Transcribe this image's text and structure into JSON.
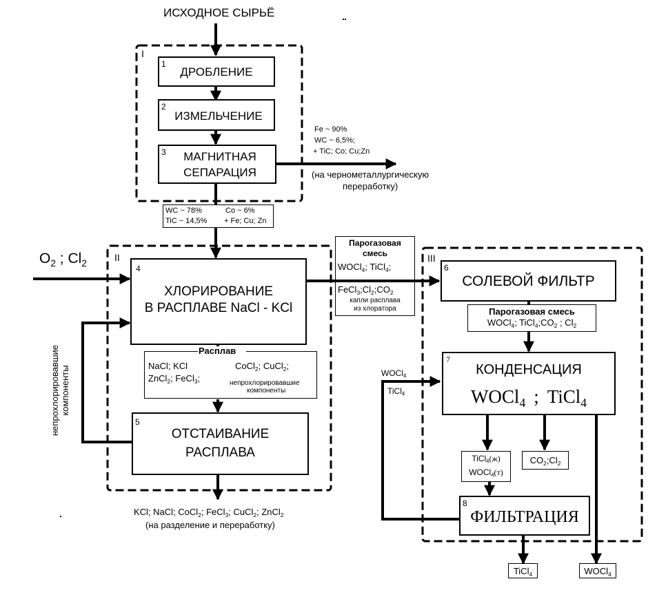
{
  "title": "ИСХОДНОЕ СЫРЬЁ",
  "zones": [
    {
      "label": "I"
    },
    {
      "label": "II"
    },
    {
      "label": "III"
    }
  ],
  "steps": [
    {
      "num": "1",
      "label": "ДРОБЛЕНИЕ"
    },
    {
      "num": "2",
      "label": "ИЗМЕЛЬЧЕНИЕ"
    },
    {
      "num": "3",
      "line1": "МАГНИТНАЯ",
      "line2": "СЕПАРАЦИЯ"
    },
    {
      "num": "4",
      "line1": "ХЛОРИРОВАНИЕ",
      "line2": "В РАСПЛАВЕ NaCl - KCl"
    },
    {
      "num": "5",
      "line1": "ОТСТАИВАНИЕ",
      "line2": "РАСПЛАВА"
    },
    {
      "num": "6",
      "label": "СОЛЕВОЙ  ФИЛЬТР"
    },
    {
      "num": "7",
      "line1": "КОНДЕНСАЦИЯ",
      "formula_a": "WOCl",
      "formula_a_sub": "4",
      "sep": ";",
      "formula_b": "TiCl",
      "formula_b_sub": "4"
    },
    {
      "num": "8",
      "label": "ФИЛЬТРАЦИЯ"
    }
  ],
  "magnetic_fraction": {
    "line1": "Fe ~ 90%",
    "line2": "WC ~ 6,5%;",
    "line3": "+ TiC;  Co;  Cu;Zn",
    "dest1": "(на чернометаллургическую",
    "dest2": "переработку)"
  },
  "nonmagnetic_fraction": {
    "left1": "WC ~ 78%",
    "left2": "TiC ~ 14,5%",
    "right1": "Co ~ 6%",
    "right2": "+ Fe; Cu; Zn"
  },
  "chlorination_input": {
    "o2": "O",
    "o2_sub": "2",
    "sep": " ; ",
    "cl2": "Cl",
    "cl2_sub": "2"
  },
  "recycle_label": {
    "line1": "непрохлорировавшие",
    "line2": "компоненты"
  },
  "vapor_mix_1": {
    "title1": "Парогазовая",
    "title2": "смесь",
    "line1a": "WOCl",
    "line1a_sub": "4",
    "line1b": "; TiCl",
    "line1b_sub": "4",
    "line1c": ";",
    "line2a": "FeCl",
    "line2a_sub": "3",
    "line2b": ";Cl",
    "line2b_sub": "2",
    "line2c": ";CO",
    "line2c_sub": "2",
    "line3": "капли расплава",
    "line4": "из хлоратора"
  },
  "melt": {
    "title": "Расплав",
    "left1a": "NaCl;  KCl",
    "left2a": "ZnCl",
    "left2a_sub": "2",
    "left2b": "; FeCl",
    "left2b_sub": "3",
    "left2c": ";",
    "right1a": "CoCl",
    "right1a_sub": "2",
    "right1b": ";   CuCl",
    "right1b_sub": "2",
    "right1c": ";",
    "right2": "непрохлорировавшие",
    "right3": "компоненты"
  },
  "settling_output": {
    "line1": [
      {
        "t": "KCl; NaCl; CoCl"
      },
      {
        "s": "2"
      },
      {
        "t": "; FeCl"
      },
      {
        "s": "3"
      },
      {
        "t": "; CuCl"
      },
      {
        "s": "2"
      },
      {
        "t": "; ZnCl"
      },
      {
        "s": "2"
      }
    ],
    "line2": "(на разделение и переработку)"
  },
  "vapor_mix_2": {
    "title": "Парогазовая  смесь",
    "a": "WOCl",
    "a_sub": "4",
    "b": "; TiCl",
    "b_sub": "4",
    "c": ";CO",
    "c_sub": "2",
    "d": " ; Cl",
    "d_sub": "2"
  },
  "recycle_right": {
    "top": "WOCl",
    "top_sub": "4",
    "bottom": "TiCl",
    "bottom_sub": "4"
  },
  "condensate": {
    "line1": "TiCl",
    "line1_sub": "4",
    "line1_state": "(ж)",
    "line2": "WOCl",
    "line2_sub": "4",
    "line2_state": "(т)"
  },
  "offgas": {
    "a": "CO",
    "a_sub": "2",
    "b": ";Cl",
    "b_sub": "2"
  },
  "products": [
    {
      "name": "TiCl",
      "sub": "4"
    },
    {
      "name": "WOCl",
      "sub": "4"
    }
  ]
}
